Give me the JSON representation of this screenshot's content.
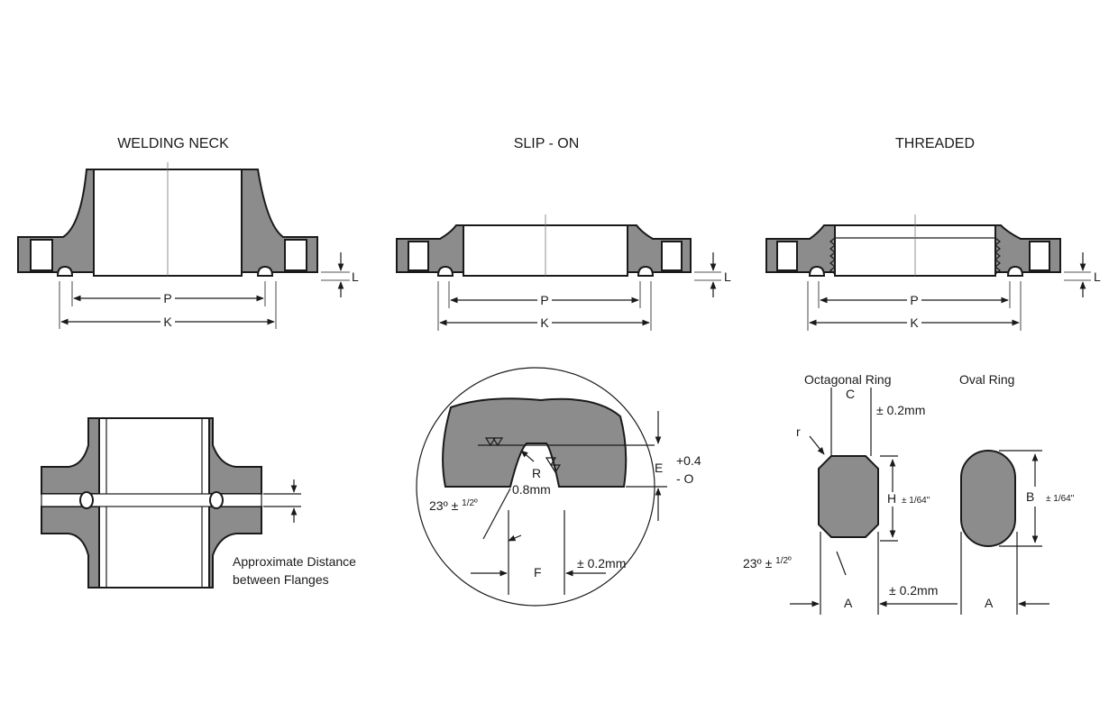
{
  "titles": {
    "welding_neck": "WELDING NECK",
    "slip_on": "SLIP - ON",
    "threaded": "THREADED"
  },
  "dims": {
    "p": "P",
    "k": "K",
    "l": "L"
  },
  "gap_note": {
    "line1": "Approximate Distance",
    "line2": "between Flanges"
  },
  "groove": {
    "r": "R",
    "r_value": "0.8mm",
    "angle": "23º ± ",
    "angle_frac": "1/2º",
    "e": "E",
    "tol_plus": "+0.4",
    "tol_minus": "- O",
    "f": "F",
    "f_tol": "± 0.2mm"
  },
  "octagonal": {
    "title": "Octagonal Ring",
    "c": "C",
    "c_tol": "± 0.2mm",
    "r": "r",
    "h": "H",
    "h_tol": "± 1/64\"",
    "angle": "23º ± ",
    "angle_frac": "1/2º",
    "a": "A",
    "a_tol": "± 0.2mm"
  },
  "oval": {
    "title": "Oval Ring",
    "b": "B",
    "b_tol": "± 1/64\"",
    "a": "A"
  }
}
